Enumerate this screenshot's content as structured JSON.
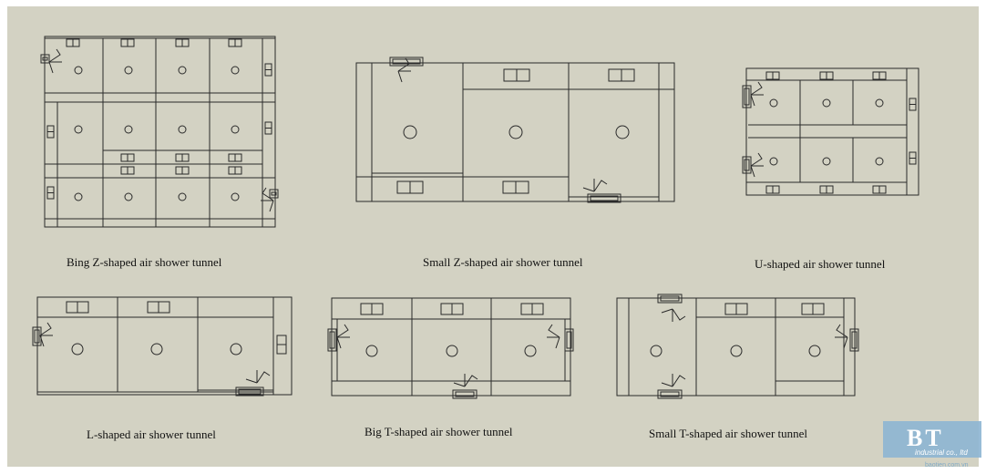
{
  "colors": {
    "background": "#d3d2c3",
    "stroke": "#2a2a2a",
    "logo": "#8db5d3"
  },
  "diagrams": [
    {
      "id": "big-z",
      "label": "Bing Z-shaped air shower tunnel"
    },
    {
      "id": "small-z",
      "label": "Small Z-shaped air shower tunnel"
    },
    {
      "id": "u",
      "label": "U-shaped air shower tunnel"
    },
    {
      "id": "l",
      "label": "L-shaped air shower tunnel"
    },
    {
      "id": "big-t",
      "label": "Big T-shaped air shower tunnel"
    },
    {
      "id": "small-t",
      "label": "Small T-shaped air shower tunnel"
    }
  ],
  "logo": {
    "text": "BT",
    "company": "industrial co., ltd",
    "url": "baotien.com.vn"
  }
}
